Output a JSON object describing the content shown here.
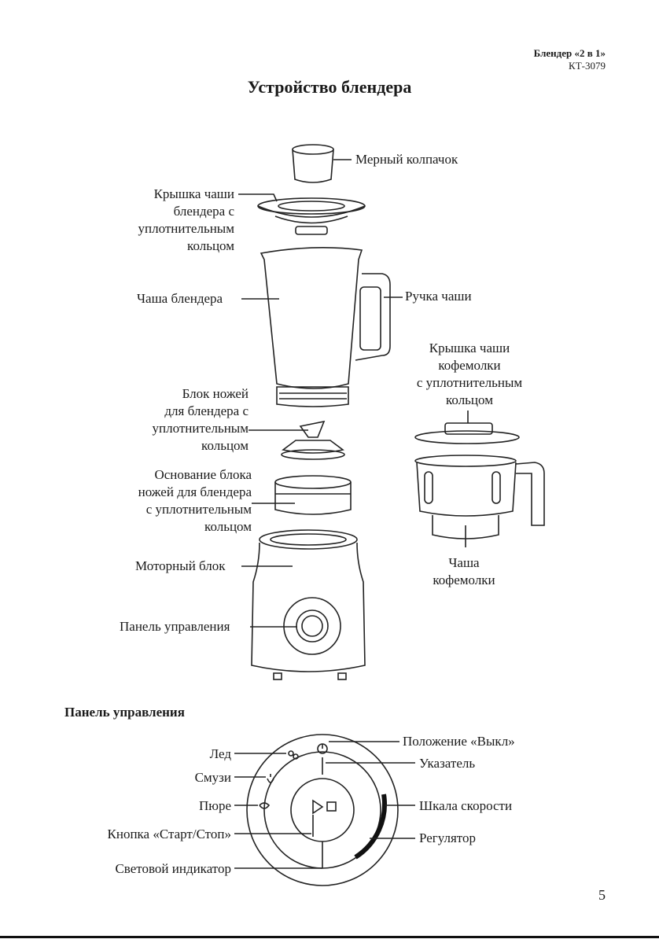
{
  "header": {
    "product": "Блендер «2 в 1»",
    "model": "КТ-3079"
  },
  "title": "Устройство блендера",
  "labels": {
    "measuring_cap": "Мерный колпачок",
    "lid_line1": "Крышка чаши",
    "lid_line2": "блендера с",
    "lid_line3": "уплотнительным",
    "lid_line4": "кольцом",
    "jar": "Чаша блендера",
    "handle": "Ручка чаши",
    "grinder_lid_line1": "Крышка чаши",
    "grinder_lid_line2": "кофемолки",
    "grinder_lid_line3": "с уплотнительным",
    "grinder_lid_line4": "кольцом",
    "blade_line1": "Блок ножей",
    "blade_line2": "для блендера с",
    "blade_line3": "уплотнительным",
    "blade_line4": "кольцом",
    "base_line1": "Основание блока",
    "base_line2": "ножей для блендера",
    "base_line3": "с уплотнительным",
    "base_line4": "кольцом",
    "motor": "Моторный блок",
    "control_panel": "Панель управления",
    "grinder_jar_line1": "Чаша",
    "grinder_jar_line2": "кофемолки"
  },
  "panel_section": {
    "title": "Панель управления",
    "ice": "Лед",
    "smoothie": "Смузи",
    "puree": "Пюре",
    "start_stop": "Кнопка «Старт/Стоп»",
    "light": "Световой индикатор",
    "off": "Положение «Выкл»",
    "pointer": "Указатель",
    "speed_scale": "Шкала скорости",
    "regulator": "Регулятор"
  },
  "page_number": "5"
}
